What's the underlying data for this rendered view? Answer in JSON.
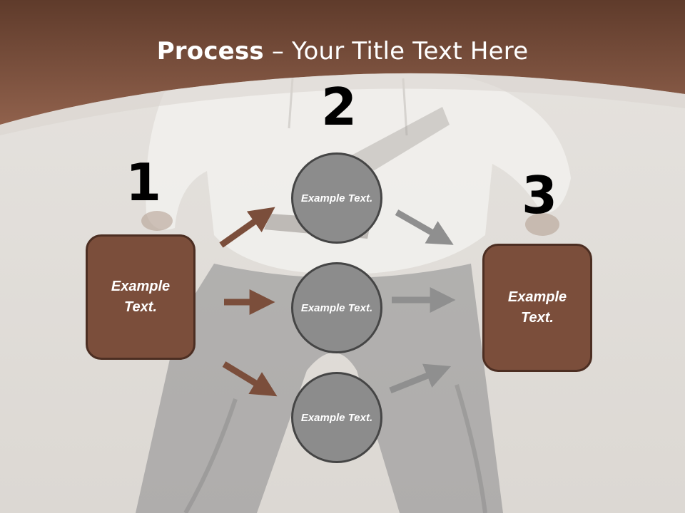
{
  "title": {
    "bold": "Process",
    "rest": " – Your Title Text Here"
  },
  "steps": [
    {
      "number": "1",
      "text": "Example Text."
    },
    {
      "number": "2",
      "text": "Example Text."
    },
    {
      "number": "3",
      "text": "Example Text."
    }
  ],
  "circles": [
    {
      "text": "Example Text."
    },
    {
      "text": "Example Text."
    },
    {
      "text": "Example Text."
    }
  ],
  "colors": {
    "header": "#7a4e3c",
    "box_fill": "#7b4e3b",
    "box_border": "#4c2e22",
    "circle_fill": "#8c8c8c",
    "brown_arrow": "#7b4e3b",
    "gray_arrow": "#8f8f8f"
  }
}
